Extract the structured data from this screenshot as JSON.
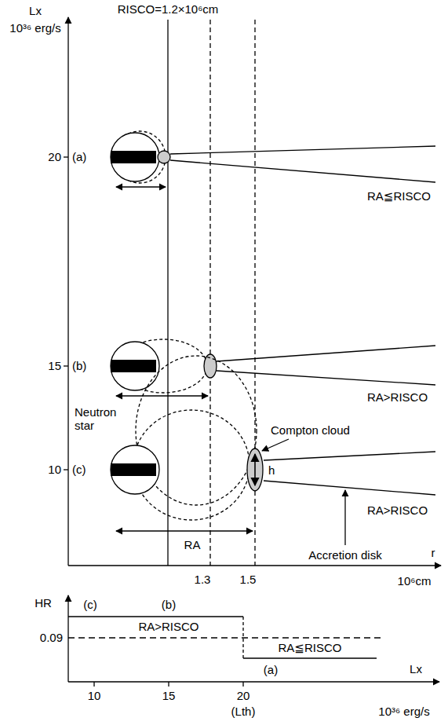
{
  "diagram": {
    "labels": [
      "Lx",
      "10³⁶ erg/s",
      "RISCO=1.2×10⁶cm",
      "20",
      "(a)",
      "RA≦RISCO",
      "15",
      "(b)",
      "RA>RISCO",
      "Compton cloud",
      "Neutron star",
      "10",
      "(c)",
      "h",
      "RA>RISCO",
      "RA",
      "Accretion disk",
      "r",
      "10⁶cm",
      "1.3",
      "1.5",
      "HR",
      "(c)",
      "(b)",
      "0.09",
      "RA>RISCO",
      "RA≦RISCO",
      "(a)",
      "10",
      "15",
      "20",
      "(Lth)",
      "Lx",
      "10³⁶ erg/s"
    ]
  }
}
